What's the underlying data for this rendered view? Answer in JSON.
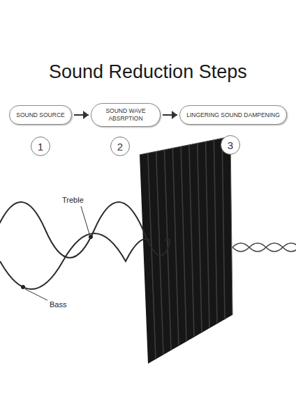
{
  "diagram": {
    "title": "Sound Reduction Steps",
    "nodes": [
      {
        "text": [
          "SOUND SOURCE"
        ]
      },
      {
        "text": [
          "SOUND WAVE ABSRPTION"
        ]
      },
      {
        "text": [
          "LINGERING SOUND DAMPENING"
        ]
      },
      {
        "text": [
          "1"
        ]
      },
      {
        "text": [
          "2"
        ]
      },
      {
        "text": [
          "3"
        ]
      }
    ],
    "edges": [
      {
        "from": 0,
        "to": 1,
        "arrow": "to"
      },
      {
        "from": 1,
        "to": 2,
        "arrow": "to"
      }
    ],
    "labels": [
      "Treble",
      "Bass"
    ]
  }
}
